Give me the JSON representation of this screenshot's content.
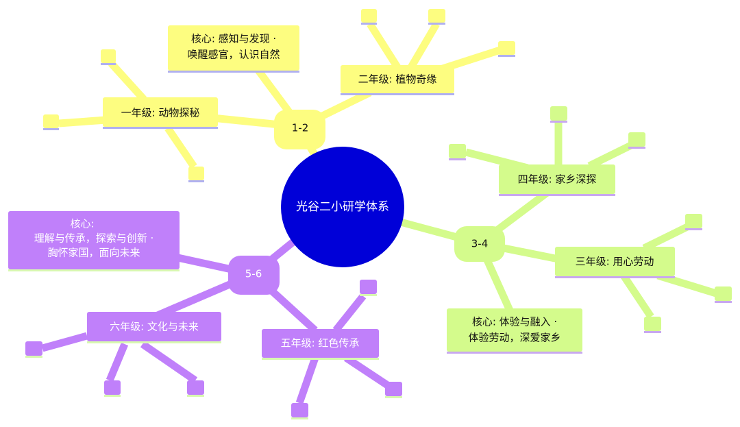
{
  "colors": {
    "center": "#0000d8",
    "yellow": "#fdfd80",
    "green": "#d4fb8c",
    "purple": "#c080fa"
  },
  "center": {
    "label": "光谷二小研学体系"
  },
  "branches": [
    {
      "label": "1-2",
      "core": [
        "核心: 感知与发现 ·",
        "唤醒感官，认识自然"
      ],
      "grades": [
        "一年级: 动物探秘",
        "二年级: 植物奇缘"
      ]
    },
    {
      "label": "3-4",
      "core": [
        "核心: 体验与融入 ·",
        "体验劳动，深爱家乡"
      ],
      "grades": [
        "三年级: 用心劳动",
        "四年级: 家乡深探"
      ]
    },
    {
      "label": "5-6",
      "core": [
        "核心:",
        "理解与传承，探索与创新 ·",
        "胸怀家国，面向未来"
      ],
      "grades": [
        "五年级: 红色传承",
        "六年级: 文化与未来"
      ]
    }
  ]
}
